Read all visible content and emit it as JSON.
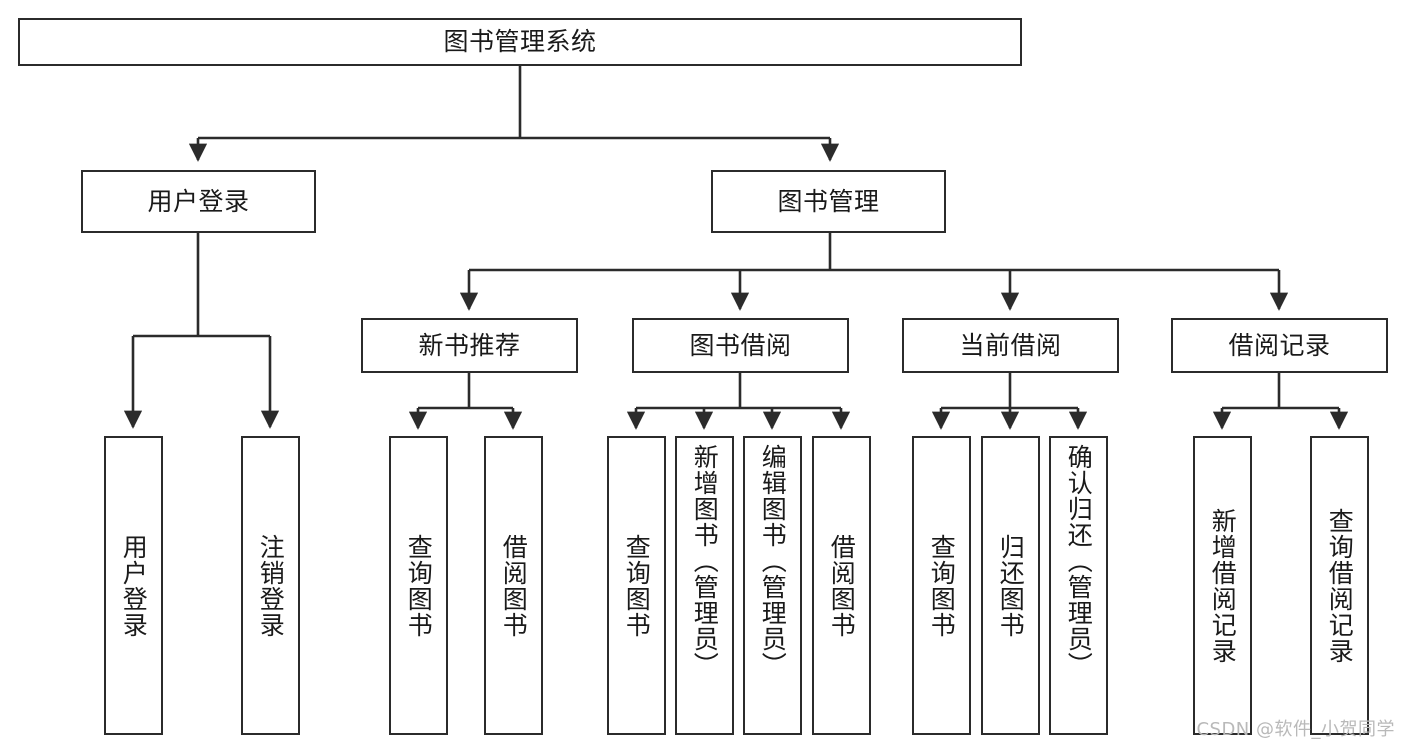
{
  "diagram": {
    "title": "图书管理系统",
    "type": "tree-hierarchy-diagram",
    "watermark": "CSDN @软件_小贺同学",
    "colors": {
      "box_border": "#2b2b2b",
      "box_fill": "#ffffff",
      "edge": "#2b2b2b",
      "text": "#1a1a1a",
      "watermark": "#b9b9b9",
      "background": "#ffffff"
    },
    "root": {
      "label": "图书管理系统"
    },
    "level2": [
      {
        "label": "用户登录"
      },
      {
        "label": "图书管理"
      }
    ],
    "level3": [
      {
        "label": "新书推荐"
      },
      {
        "label": "图书借阅"
      },
      {
        "label": "当前借阅"
      },
      {
        "label": "借阅记录"
      }
    ],
    "leaves": {
      "user_login": [
        {
          "label": "用户登录"
        },
        {
          "label": "注销登录"
        }
      ],
      "new_book_recommend": [
        {
          "label": "查询图书"
        },
        {
          "label": "借阅图书"
        }
      ],
      "book_borrow": [
        {
          "label": "查询图书"
        },
        {
          "label": "新增图书（管理员）"
        },
        {
          "label": "编辑图书（管理员）"
        },
        {
          "label": "借阅图书"
        }
      ],
      "current_borrow": [
        {
          "label": "查询图书"
        },
        {
          "label": "归还图书"
        },
        {
          "label": "确认归还（管理员）"
        }
      ],
      "borrow_record": [
        {
          "label": "新增借阅记录"
        },
        {
          "label": "查询借阅记录"
        }
      ]
    }
  }
}
